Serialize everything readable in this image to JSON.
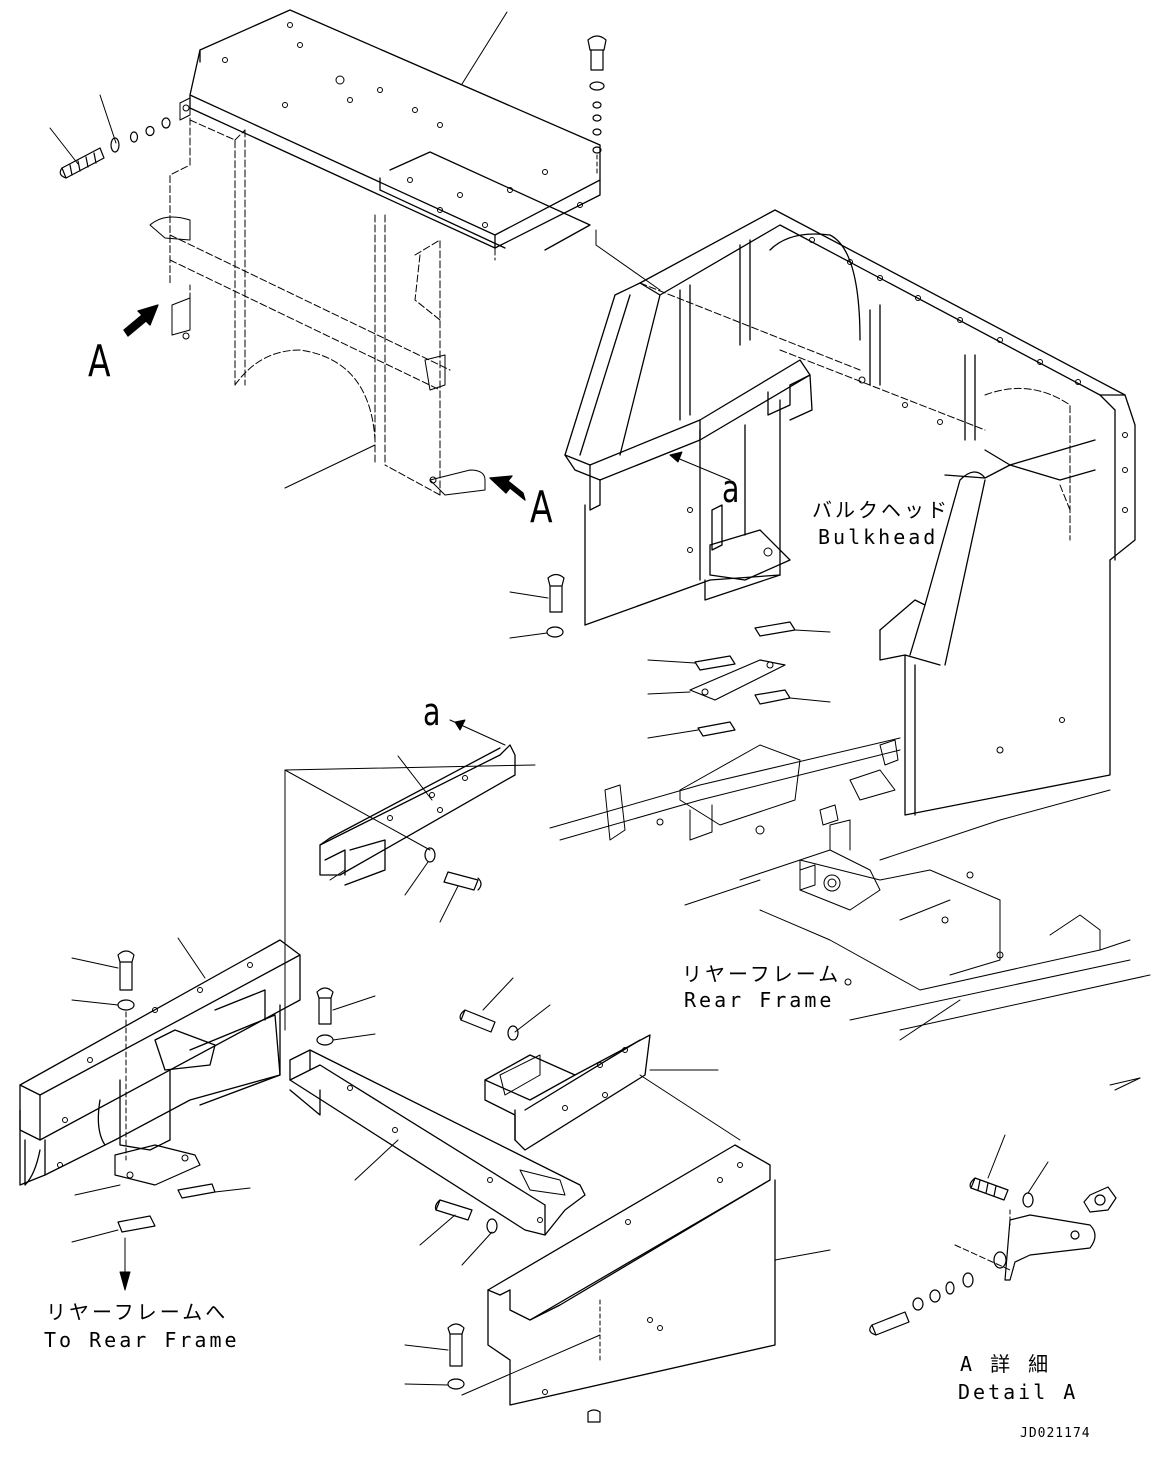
{
  "view_labels": {
    "arrow_a_left": "A",
    "arrow_a_right": "A",
    "ref_a_upper": "a",
    "ref_a_lower": "a"
  },
  "bulkhead": {
    "jp": "バルクヘッド",
    "en": "Bulkhead"
  },
  "rear_frame": {
    "jp": "リヤーフレーム",
    "en": "Rear Frame"
  },
  "to_rear_frame": {
    "jp": "リヤーフレームへ",
    "en": "To Rear Frame"
  },
  "detail_a": {
    "jp": "A 詳 細",
    "en": "Detail A"
  },
  "drawing_number": "JD021174"
}
